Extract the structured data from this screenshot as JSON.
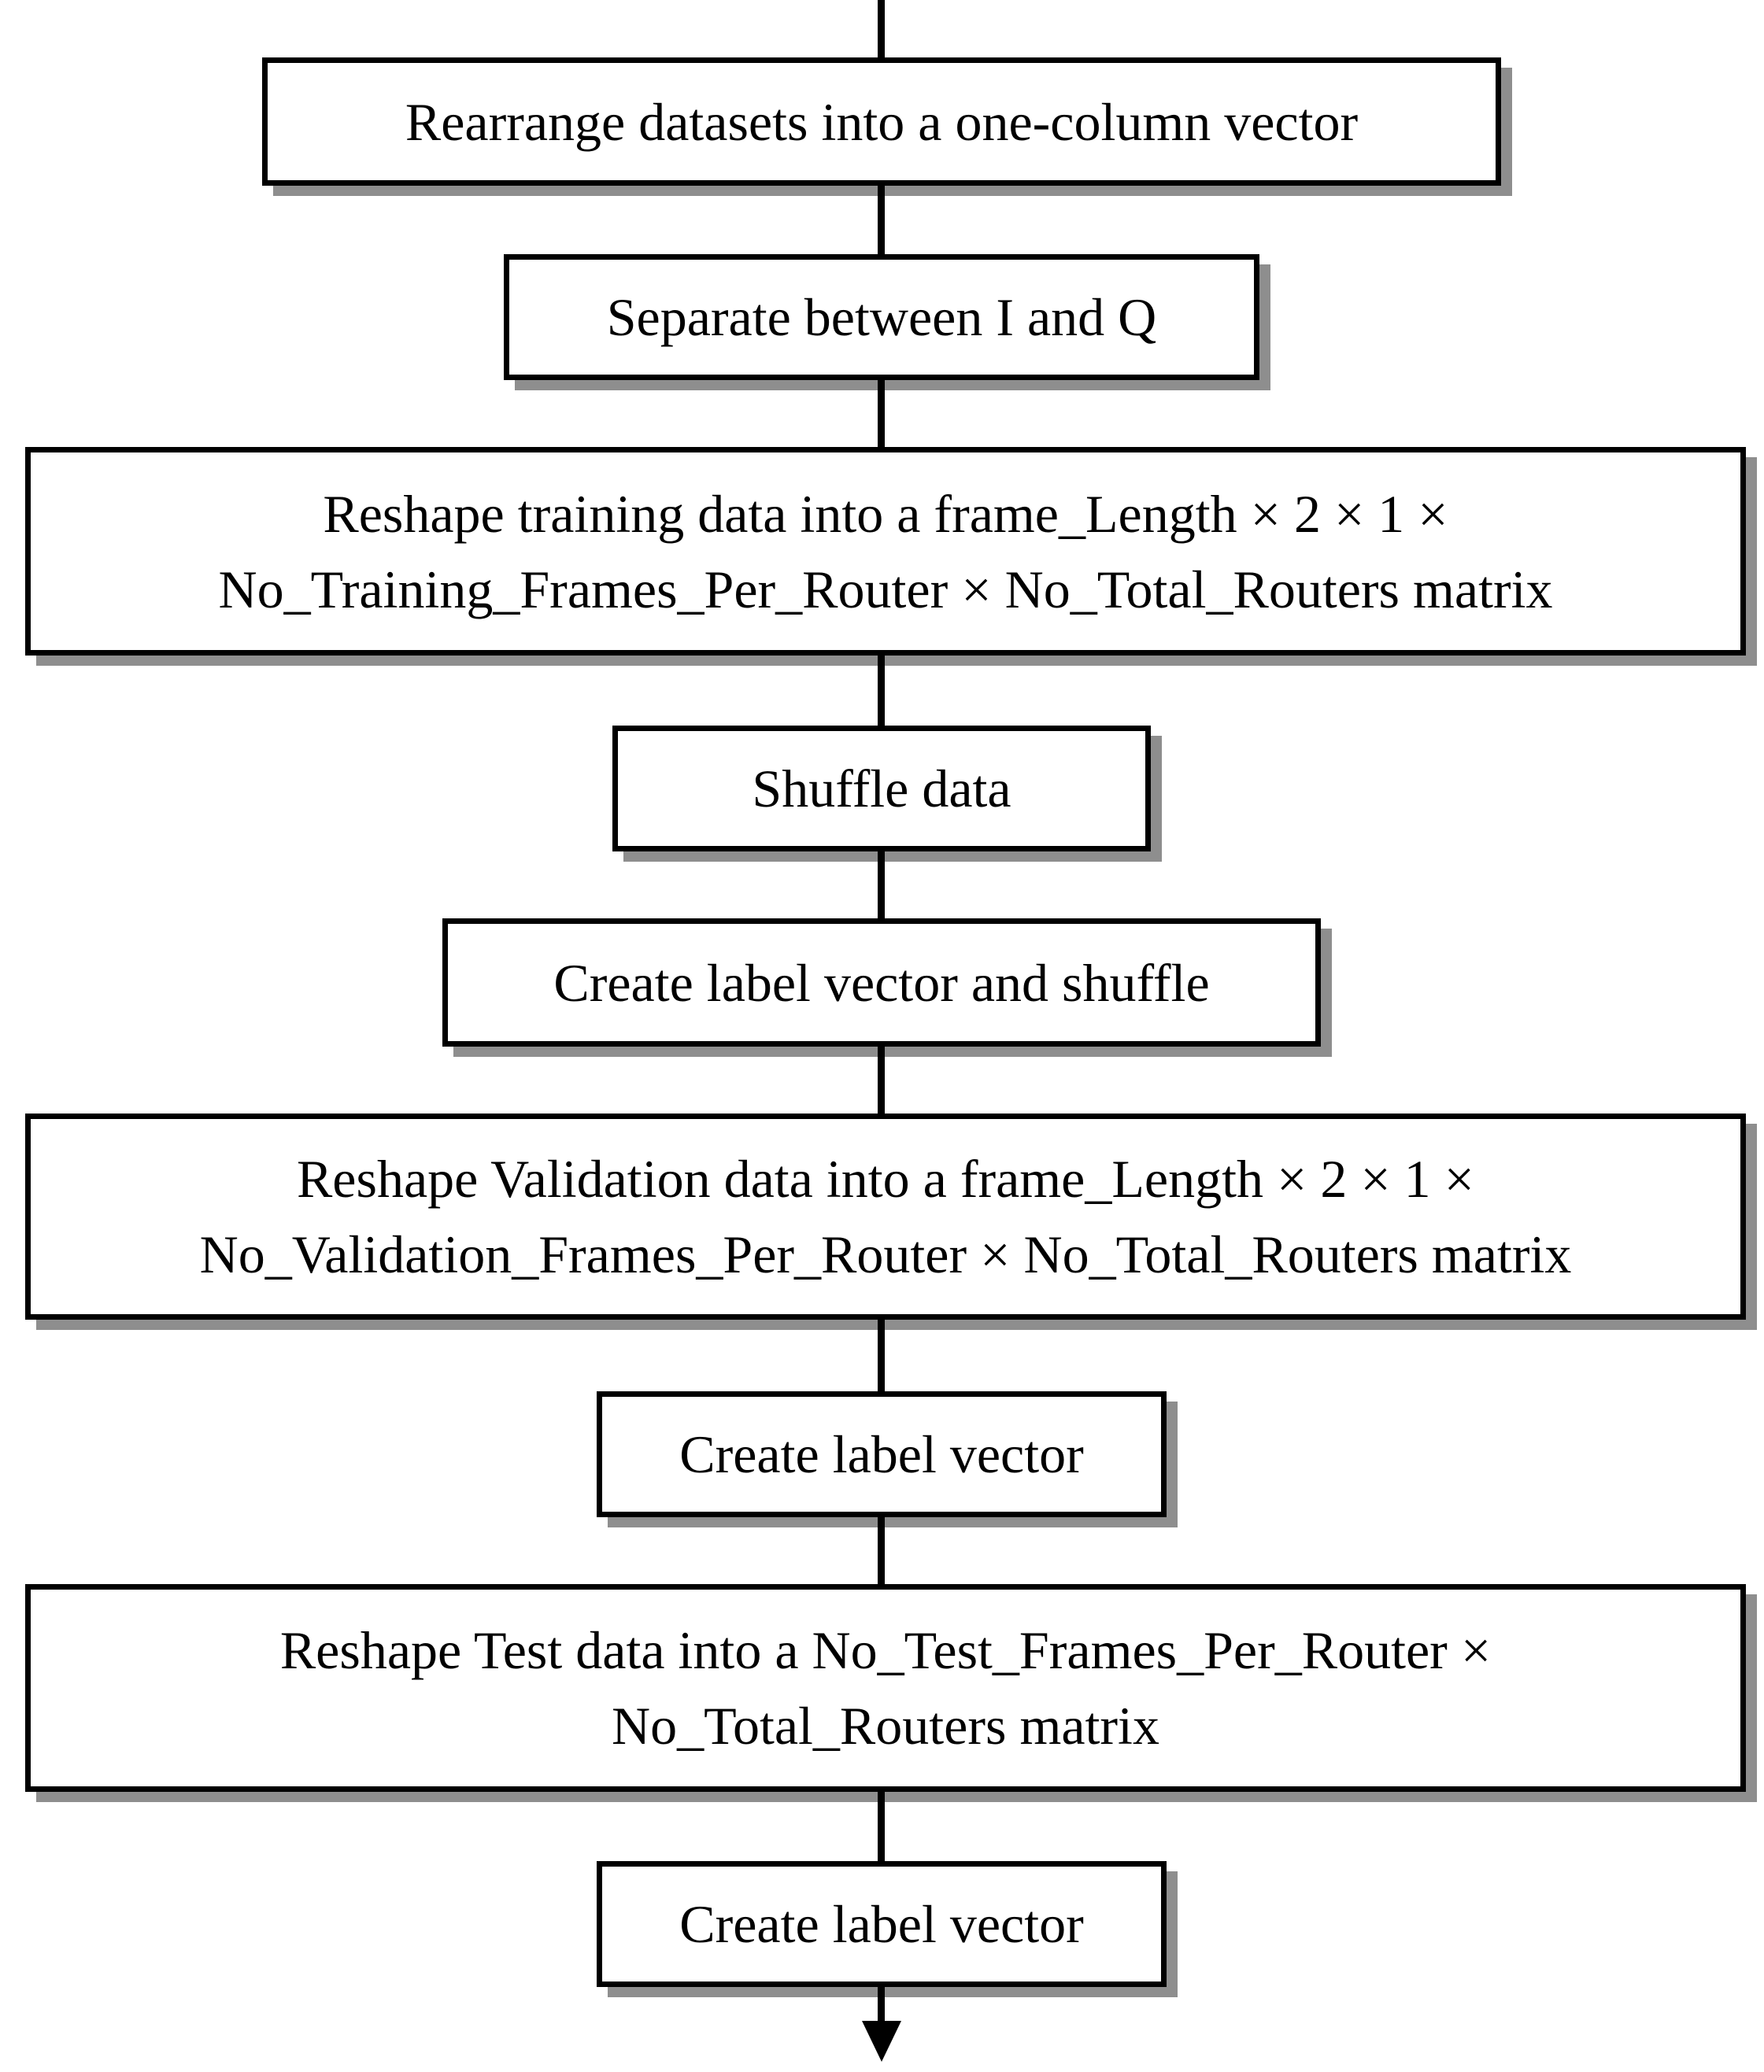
{
  "diagram": {
    "type": "flowchart",
    "direction": "top-to-bottom",
    "colors": {
      "background": "#ffffff",
      "box_fill": "#ffffff",
      "border_color": "#000000",
      "line_color": "#000000",
      "text_color": "#000000",
      "shadow_color": "#8e8e8e"
    },
    "nodes": [
      {
        "id": "rearrange-datasets",
        "lines": [
          "Rearrange datasets into a one-column vector"
        ]
      },
      {
        "id": "separate-i-q",
        "lines": [
          "Separate between I and Q"
        ]
      },
      {
        "id": "reshape-training",
        "lines": [
          "Reshape training data into a frame_Length × 2 × 1 ×",
          "No_Training_Frames_Per_Router × No_Total_Routers matrix"
        ]
      },
      {
        "id": "shuffle-data",
        "lines": [
          "Shuffle data"
        ]
      },
      {
        "id": "create-label-vector-and-shuffle",
        "lines": [
          "Create label vector and shuffle"
        ]
      },
      {
        "id": "reshape-validation",
        "lines": [
          "Reshape Validation data into a frame_Length × 2 × 1 ×",
          "No_Validation_Frames_Per_Router × No_Total_Routers matrix"
        ]
      },
      {
        "id": "create-label-vector-validation",
        "lines": [
          "Create label vector"
        ]
      },
      {
        "id": "reshape-test",
        "lines": [
          "Reshape Test data into a No_Test_Frames_Per_Router ×",
          "No_Total_Routers matrix"
        ]
      },
      {
        "id": "create-label-vector-test",
        "lines": [
          "Create label vector"
        ]
      }
    ],
    "edges": [
      {
        "from": "start",
        "to": "rearrange-datasets",
        "arrowhead": false
      },
      {
        "from": "rearrange-datasets",
        "to": "separate-i-q",
        "arrowhead": false
      },
      {
        "from": "separate-i-q",
        "to": "reshape-training",
        "arrowhead": false
      },
      {
        "from": "reshape-training",
        "to": "shuffle-data",
        "arrowhead": false
      },
      {
        "from": "shuffle-data",
        "to": "create-label-vector-and-shuffle",
        "arrowhead": false
      },
      {
        "from": "create-label-vector-and-shuffle",
        "to": "reshape-validation",
        "arrowhead": false
      },
      {
        "from": "reshape-validation",
        "to": "create-label-vector-validation",
        "arrowhead": false
      },
      {
        "from": "create-label-vector-validation",
        "to": "reshape-test",
        "arrowhead": false
      },
      {
        "from": "reshape-test",
        "to": "create-label-vector-test",
        "arrowhead": false
      },
      {
        "from": "create-label-vector-test",
        "to": "end",
        "arrowhead": true
      }
    ]
  }
}
